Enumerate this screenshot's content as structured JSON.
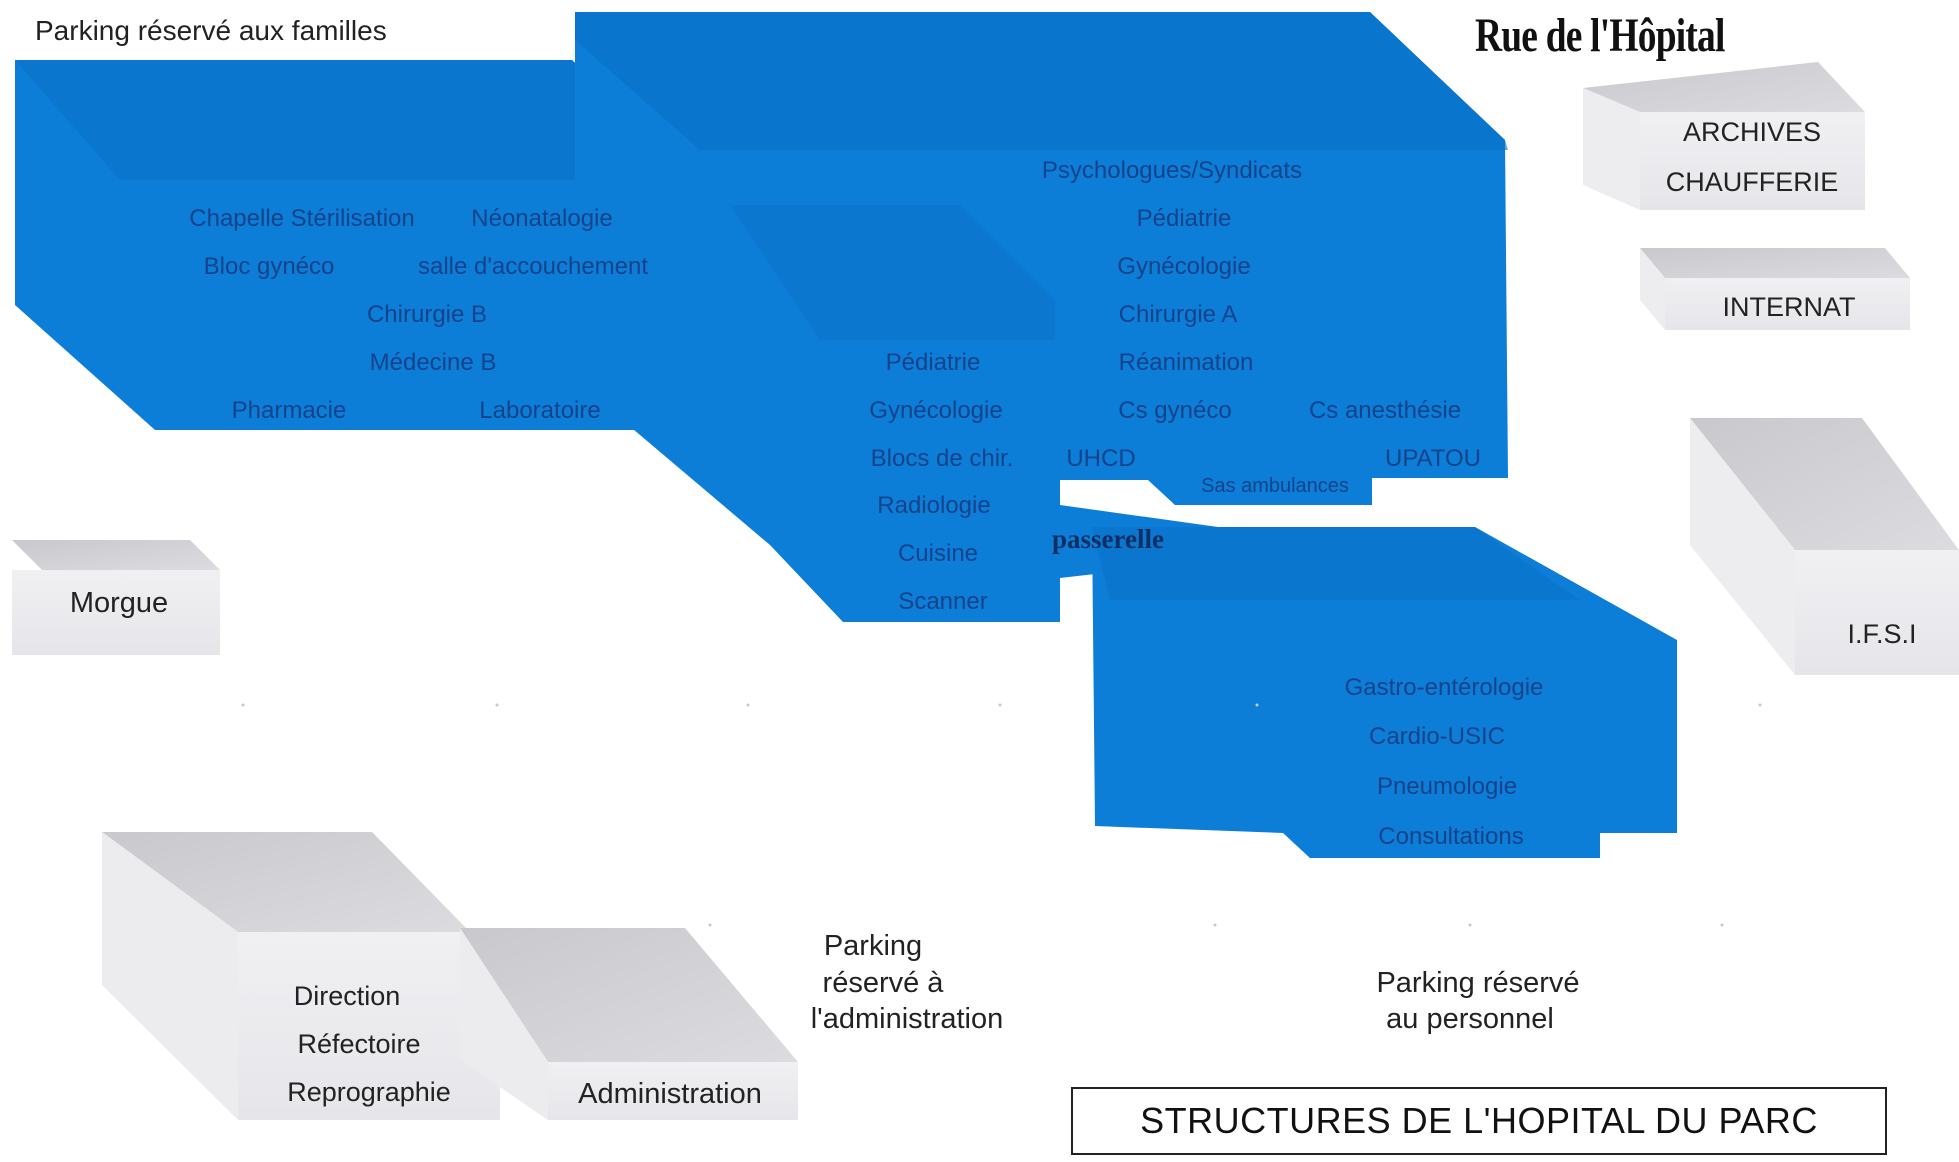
{
  "map": {
    "street_name": "Rue de l'Hôpital",
    "title": "STRUCTURES DE L'HOPITAL DU PARC",
    "parkings": {
      "familles": "Parking réservé aux familles",
      "administration": [
        "Parking",
        "réservé à",
        "l'administration"
      ],
      "personnel": [
        "Parking réservé",
        "au personnel"
      ]
    },
    "passerelle": "passerelle",
    "buildings": {
      "west_wing": {
        "labels": [
          "Chapelle Stérilisation",
          "Néonatalogie",
          "Bloc gynéco",
          "salle d'accouchement",
          "Chirurgie B",
          "Médecine B",
          "Pharmacie",
          "Laboratoire"
        ]
      },
      "central_block": {
        "labels": [
          "Pédiatrie",
          "Gynécologie",
          "Blocs de chir.",
          "Radiologie",
          "Cuisine",
          "Scanner"
        ]
      },
      "north_east_block": {
        "labels": [
          "Psychologues/Syndicats",
          "Pédiatrie",
          "Gynécologie",
          "Chirurgie A",
          "Réanimation",
          "Cs gynéco",
          "Cs anesthésie",
          "UHCD",
          "UPATOU",
          "Sas ambulances"
        ]
      },
      "south_east_block": {
        "labels": [
          "Gastro-entérologie",
          "Cardio-USIC",
          "Pneumologie",
          "Consultations"
        ]
      },
      "archives": {
        "labels": [
          "ARCHIVES",
          "CHAUFFERIE"
        ]
      },
      "internat": {
        "label": "INTERNAT"
      },
      "ifsi": {
        "label": "I.F.S.I"
      },
      "morgue": {
        "label": "Morgue"
      },
      "direction": {
        "labels": [
          "Direction",
          "Réfectoire",
          "Reprographie"
        ]
      },
      "administration": {
        "label": "Administration"
      }
    },
    "colors": {
      "building_blue": "#0c7ed8",
      "building_blue_dark": "#0a6cc2",
      "building_gray": "#e4e4e8",
      "building_gray_top": "#cfcfd3",
      "label_blue": "#16438a"
    }
  }
}
